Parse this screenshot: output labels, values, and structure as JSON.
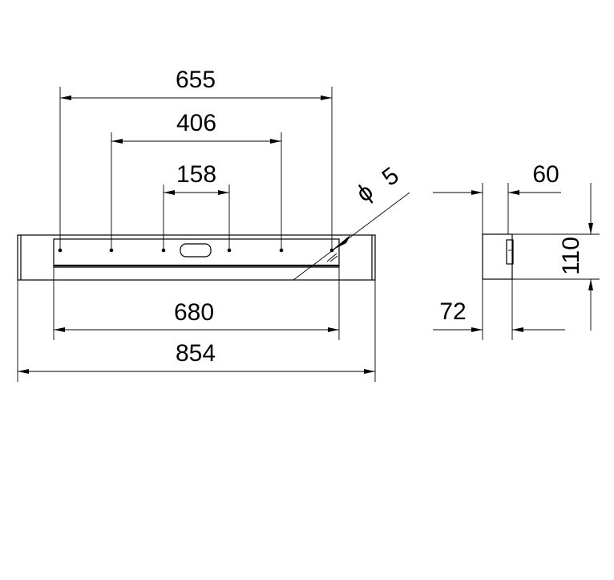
{
  "front_view": {
    "dimensions": {
      "d655": "655",
      "d406": "406",
      "d158": "158",
      "d680": "680",
      "d854": "854",
      "diameter": "5"
    }
  },
  "side_view": {
    "dimensions": {
      "d60": "60",
      "d110": "110",
      "d72": "72"
    }
  },
  "symbols": {
    "diameter_symbol": "ϕ"
  }
}
